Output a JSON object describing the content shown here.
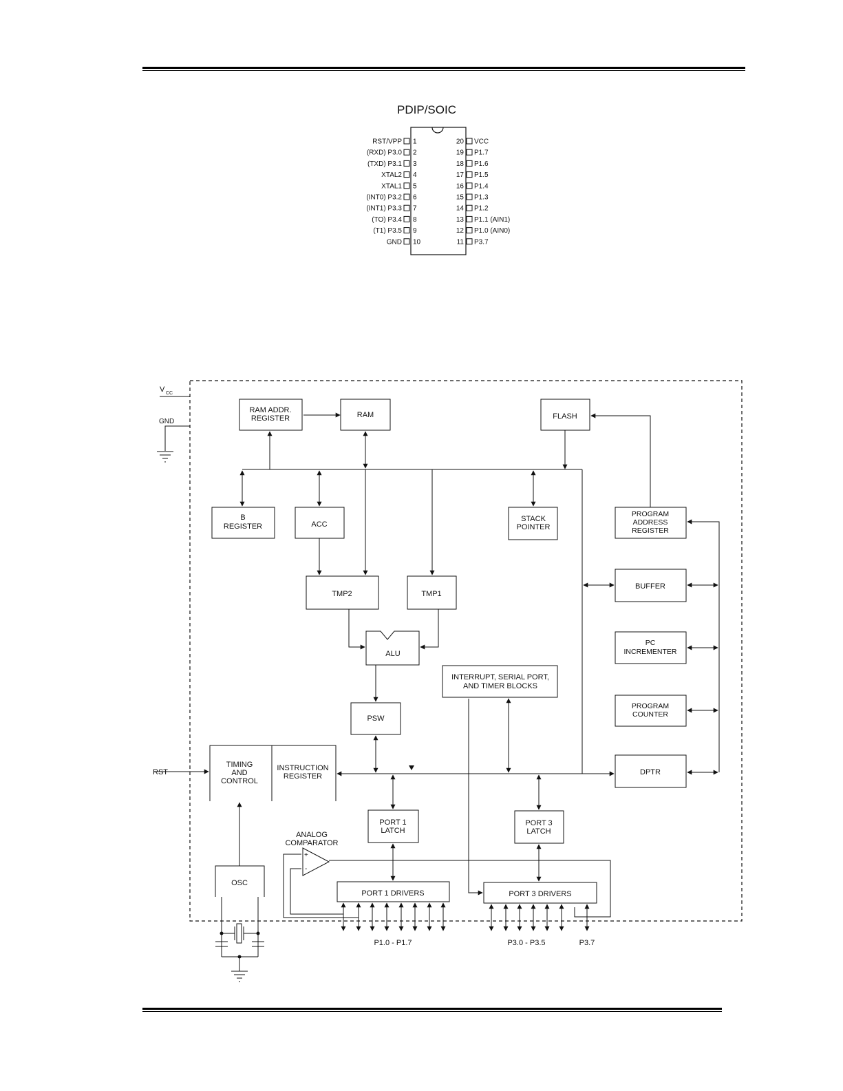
{
  "package": {
    "title": "PDIP/SOIC",
    "left_pins": [
      {
        "num": "1",
        "name": "RST/VPP"
      },
      {
        "num": "2",
        "name": "(RXD) P3.0"
      },
      {
        "num": "3",
        "name": "(TXD) P3.1"
      },
      {
        "num": "4",
        "name": "XTAL2"
      },
      {
        "num": "5",
        "name": "XTAL1"
      },
      {
        "num": "6",
        "name": "(INT0) P3.2"
      },
      {
        "num": "7",
        "name": "(INT1) P3.3"
      },
      {
        "num": "8",
        "name": "(TO) P3.4"
      },
      {
        "num": "9",
        "name": "(T1) P3.5"
      },
      {
        "num": "10",
        "name": "GND"
      }
    ],
    "right_pins": [
      {
        "num": "20",
        "name": "VCC"
      },
      {
        "num": "19",
        "name": "P1.7"
      },
      {
        "num": "18",
        "name": "P1.6"
      },
      {
        "num": "17",
        "name": "P1.5"
      },
      {
        "num": "16",
        "name": "P1.4"
      },
      {
        "num": "15",
        "name": "P1.3"
      },
      {
        "num": "14",
        "name": "P1.2"
      },
      {
        "num": "13",
        "name": "P1.1 (AIN1)"
      },
      {
        "num": "12",
        "name": "P1.0 (AIN0)"
      },
      {
        "num": "11",
        "name": "P3.7"
      }
    ]
  },
  "block_diagram": {
    "vcc": "V",
    "vcc_sub": "CC",
    "gnd": "GND",
    "rst": "RST",
    "ram_addr": [
      "RAM ADDR.",
      "REGISTER"
    ],
    "ram": "RAM",
    "flash": "FLASH",
    "b_reg": [
      "B",
      "REGISTER"
    ],
    "acc": "ACC",
    "stack": [
      "STACK",
      "POINTER"
    ],
    "prog_addr": [
      "PROGRAM",
      "ADDRESS",
      "REGISTER"
    ],
    "buffer": "BUFFER",
    "tmp2": "TMP2",
    "tmp1": "TMP1",
    "pc_inc": [
      "PC",
      "INCREMENTER"
    ],
    "alu": "ALU",
    "interrupt": [
      "INTERRUPT, SERIAL PORT,",
      "AND TIMER BLOCKS"
    ],
    "prog_counter": [
      "PROGRAM",
      "COUNTER"
    ],
    "psw": "PSW",
    "timing": [
      "TIMING",
      "AND",
      "CONTROL"
    ],
    "instr": [
      "INSTRUCTION",
      "REGISTER"
    ],
    "dptr": "DPTR",
    "port1_latch": [
      "PORT 1",
      "LATCH"
    ],
    "port3_latch": [
      "PORT 3",
      "LATCH"
    ],
    "comparator": [
      "ANALOG",
      "COMPARATOR"
    ],
    "osc": "OSC",
    "port1_drivers": "PORT 1 DRIVERS",
    "port3_drivers": "PORT 3 DRIVERS",
    "p1_label": "P1.0 - P1.7",
    "p3_label": "P3.0 - P3.5",
    "p37_label": "P3.7"
  }
}
